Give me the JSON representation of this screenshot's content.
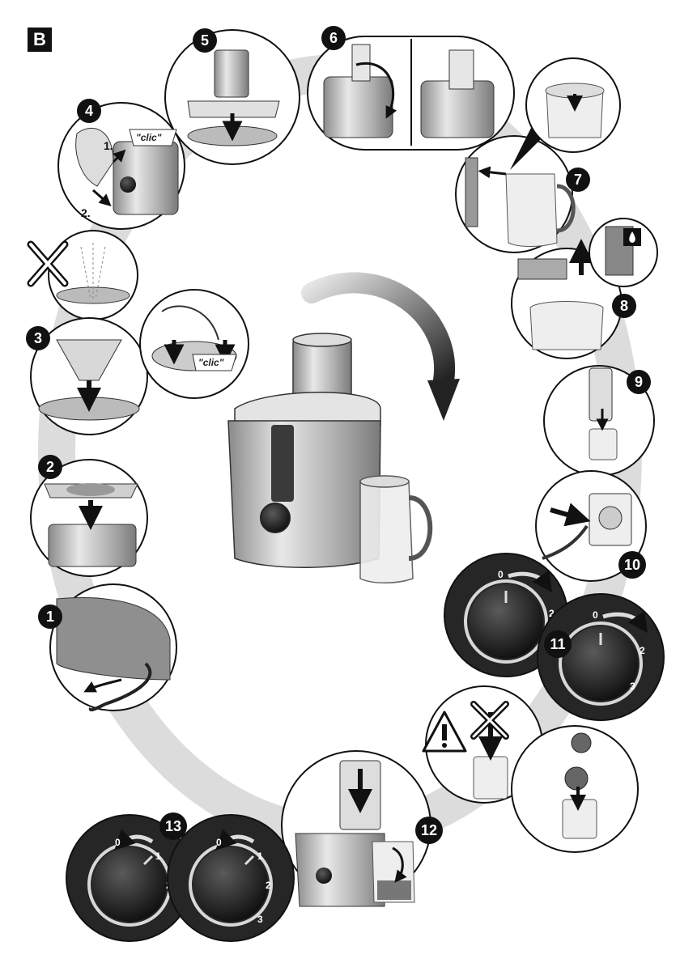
{
  "section_label": "B",
  "steps": {
    "s1": "1",
    "s2": "2",
    "s3": "3",
    "s4": "4",
    "s5": "5",
    "s6": "6",
    "s7": "7",
    "s8": "8",
    "s9": "9",
    "s10": "10",
    "s11": "11",
    "s12": "12",
    "s13": "13"
  },
  "sublabels": {
    "first": "1.",
    "second": "2."
  },
  "clic": "\"clic\"",
  "dial": {
    "zero": "0",
    "one": "1",
    "two": "2",
    "three": "3"
  },
  "icons": {
    "forbidden": "cross-icon",
    "warning": "warning-triangle-icon",
    "drop": "drop-icon",
    "arrow": "arrow-icon"
  },
  "colors": {
    "ink": "#111111",
    "shadow": "#c8c8c8",
    "dial_dark": "#262626",
    "dial_ring": "#d8d8d8"
  }
}
